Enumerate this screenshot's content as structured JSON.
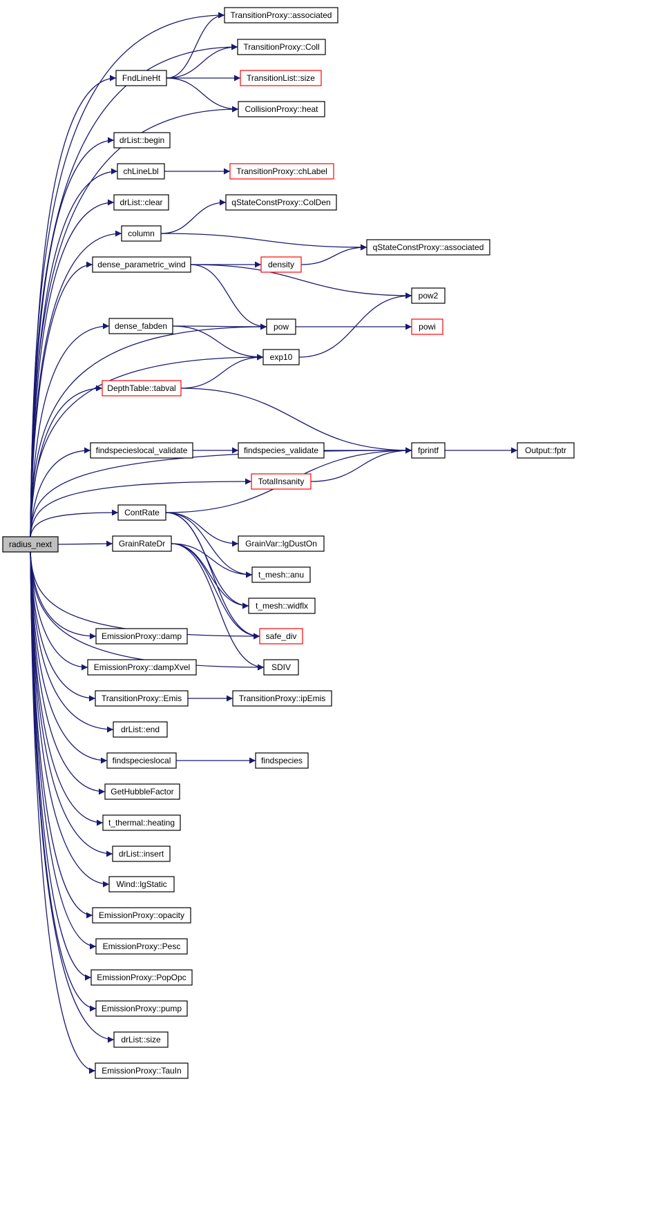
{
  "colors": {
    "edge": "#191970",
    "box_normal": "#000000",
    "box_truncated": "#ff0000",
    "root_fill": "#bfbfbf",
    "background": "#ffffff"
  },
  "nodes": [
    {
      "id": "radius_next",
      "label": "radius_next",
      "kind": "root"
    },
    {
      "id": "tp_associated",
      "label": "TransitionProxy::associated",
      "kind": "normal"
    },
    {
      "id": "tp_coll",
      "label": "TransitionProxy::Coll",
      "kind": "normal"
    },
    {
      "id": "fndlineht",
      "label": "FndLineHt",
      "kind": "normal"
    },
    {
      "id": "tl_size",
      "label": "TransitionList::size",
      "kind": "truncated"
    },
    {
      "id": "cp_heat",
      "label": "CollisionProxy::heat",
      "kind": "normal"
    },
    {
      "id": "drlist_begin",
      "label": "drList::begin",
      "kind": "normal"
    },
    {
      "id": "chlinelbl",
      "label": "chLineLbl",
      "kind": "normal"
    },
    {
      "id": "tp_chlabel",
      "label": "TransitionProxy::chLabel",
      "kind": "truncated"
    },
    {
      "id": "drlist_clear",
      "label": "drList::clear",
      "kind": "normal"
    },
    {
      "id": "qscp_colden",
      "label": "qStateConstProxy::ColDen",
      "kind": "normal"
    },
    {
      "id": "column",
      "label": "column",
      "kind": "normal"
    },
    {
      "id": "qscp_associated",
      "label": "qStateConstProxy::associated",
      "kind": "normal"
    },
    {
      "id": "dense_parametric_wind",
      "label": "dense_parametric_wind",
      "kind": "normal"
    },
    {
      "id": "density",
      "label": "density",
      "kind": "truncated"
    },
    {
      "id": "pow2",
      "label": "pow2",
      "kind": "normal"
    },
    {
      "id": "dense_fabden",
      "label": "dense_fabden",
      "kind": "normal"
    },
    {
      "id": "pow",
      "label": "pow",
      "kind": "normal"
    },
    {
      "id": "powi",
      "label": "powi",
      "kind": "truncated"
    },
    {
      "id": "exp10",
      "label": "exp10",
      "kind": "normal"
    },
    {
      "id": "dt_tabval",
      "label": "DepthTable::tabval",
      "kind": "truncated"
    },
    {
      "id": "fsl_validate",
      "label": "findspecieslocal_validate",
      "kind": "normal"
    },
    {
      "id": "fs_validate",
      "label": "findspecies_validate",
      "kind": "normal"
    },
    {
      "id": "fprintf",
      "label": "fprintf",
      "kind": "normal"
    },
    {
      "id": "output_fptr",
      "label": "Output::fptr",
      "kind": "normal"
    },
    {
      "id": "totalinsanity",
      "label": "TotalInsanity",
      "kind": "truncated"
    },
    {
      "id": "contrate",
      "label": "ContRate",
      "kind": "normal"
    },
    {
      "id": "gv_lgduston",
      "label": "GrainVar::lgDustOn",
      "kind": "normal"
    },
    {
      "id": "grainratedr",
      "label": "GrainRateDr",
      "kind": "normal"
    },
    {
      "id": "tm_anu",
      "label": "t_mesh::anu",
      "kind": "normal"
    },
    {
      "id": "tm_widflx",
      "label": "t_mesh::widflx",
      "kind": "normal"
    },
    {
      "id": "ep_damp",
      "label": "EmissionProxy::damp",
      "kind": "normal"
    },
    {
      "id": "safe_div",
      "label": "safe_div",
      "kind": "truncated"
    },
    {
      "id": "ep_dampxvel",
      "label": "EmissionProxy::dampXvel",
      "kind": "normal"
    },
    {
      "id": "sdiv",
      "label": "SDIV",
      "kind": "normal"
    },
    {
      "id": "tp_emis",
      "label": "TransitionProxy::Emis",
      "kind": "normal"
    },
    {
      "id": "tp_ipemis",
      "label": "TransitionProxy::ipEmis",
      "kind": "normal"
    },
    {
      "id": "drlist_end",
      "label": "drList::end",
      "kind": "normal"
    },
    {
      "id": "findspecieslocal",
      "label": "findspecieslocal",
      "kind": "normal"
    },
    {
      "id": "findspecies",
      "label": "findspecies",
      "kind": "normal"
    },
    {
      "id": "gethubblefactor",
      "label": "GetHubbleFactor",
      "kind": "normal"
    },
    {
      "id": "tt_heating",
      "label": "t_thermal::heating",
      "kind": "normal"
    },
    {
      "id": "drlist_insert",
      "label": "drList::insert",
      "kind": "normal"
    },
    {
      "id": "wind_lgstatic",
      "label": "Wind::lgStatic",
      "kind": "normal"
    },
    {
      "id": "ep_opacity",
      "label": "EmissionProxy::opacity",
      "kind": "normal"
    },
    {
      "id": "ep_pesc",
      "label": "EmissionProxy::Pesc",
      "kind": "normal"
    },
    {
      "id": "ep_popopc",
      "label": "EmissionProxy::PopOpc",
      "kind": "normal"
    },
    {
      "id": "ep_pump",
      "label": "EmissionProxy::pump",
      "kind": "normal"
    },
    {
      "id": "drlist_size",
      "label": "drList::size",
      "kind": "normal"
    },
    {
      "id": "ep_tauin",
      "label": "EmissionProxy::TauIn",
      "kind": "normal"
    }
  ],
  "edges": [
    [
      "radius_next",
      "tp_associated"
    ],
    [
      "radius_next",
      "tp_coll"
    ],
    [
      "radius_next",
      "fndlineht"
    ],
    [
      "radius_next",
      "cp_heat"
    ],
    [
      "radius_next",
      "drlist_begin"
    ],
    [
      "radius_next",
      "chlinelbl"
    ],
    [
      "radius_next",
      "drlist_clear"
    ],
    [
      "radius_next",
      "column"
    ],
    [
      "radius_next",
      "dense_parametric_wind"
    ],
    [
      "radius_next",
      "pow"
    ],
    [
      "radius_next",
      "dense_fabden"
    ],
    [
      "radius_next",
      "exp10"
    ],
    [
      "radius_next",
      "dt_tabval"
    ],
    [
      "radius_next",
      "fprintf"
    ],
    [
      "radius_next",
      "fsl_validate"
    ],
    [
      "radius_next",
      "totalinsanity"
    ],
    [
      "radius_next",
      "contrate"
    ],
    [
      "radius_next",
      "grainratedr"
    ],
    [
      "radius_next",
      "safe_div"
    ],
    [
      "radius_next",
      "sdiv"
    ],
    [
      "radius_next",
      "ep_damp"
    ],
    [
      "radius_next",
      "ep_dampxvel"
    ],
    [
      "radius_next",
      "tp_emis"
    ],
    [
      "radius_next",
      "drlist_end"
    ],
    [
      "radius_next",
      "findspecieslocal"
    ],
    [
      "radius_next",
      "gethubblefactor"
    ],
    [
      "radius_next",
      "tt_heating"
    ],
    [
      "radius_next",
      "drlist_insert"
    ],
    [
      "radius_next",
      "wind_lgstatic"
    ],
    [
      "radius_next",
      "ep_opacity"
    ],
    [
      "radius_next",
      "ep_pesc"
    ],
    [
      "radius_next",
      "ep_popopc"
    ],
    [
      "radius_next",
      "ep_pump"
    ],
    [
      "radius_next",
      "drlist_size"
    ],
    [
      "radius_next",
      "ep_tauin"
    ],
    [
      "fndlineht",
      "tp_associated"
    ],
    [
      "fndlineht",
      "tp_coll"
    ],
    [
      "fndlineht",
      "tl_size"
    ],
    [
      "fndlineht",
      "cp_heat"
    ],
    [
      "chlinelbl",
      "tp_chlabel"
    ],
    [
      "column",
      "qscp_colden"
    ],
    [
      "column",
      "qscp_associated"
    ],
    [
      "dense_parametric_wind",
      "density"
    ],
    [
      "dense_parametric_wind",
      "pow2"
    ],
    [
      "dense_parametric_wind",
      "pow"
    ],
    [
      "density",
      "qscp_associated"
    ],
    [
      "dense_fabden",
      "pow"
    ],
    [
      "dense_fabden",
      "exp10"
    ],
    [
      "pow",
      "powi"
    ],
    [
      "exp10",
      "pow2"
    ],
    [
      "dt_tabval",
      "exp10"
    ],
    [
      "dt_tabval",
      "fprintf"
    ],
    [
      "fsl_validate",
      "fs_validate"
    ],
    [
      "fs_validate",
      "fprintf"
    ],
    [
      "fprintf",
      "output_fptr"
    ],
    [
      "totalinsanity",
      "fprintf"
    ],
    [
      "contrate",
      "fprintf"
    ],
    [
      "contrate",
      "gv_lgduston"
    ],
    [
      "contrate",
      "tm_anu"
    ],
    [
      "contrate",
      "tm_widflx"
    ],
    [
      "contrate",
      "safe_div"
    ],
    [
      "grainratedr",
      "tm_anu"
    ],
    [
      "grainratedr",
      "tm_widflx"
    ],
    [
      "grainratedr",
      "safe_div"
    ],
    [
      "grainratedr",
      "sdiv"
    ],
    [
      "tp_emis",
      "tp_ipemis"
    ],
    [
      "findspecieslocal",
      "findspecies"
    ]
  ]
}
